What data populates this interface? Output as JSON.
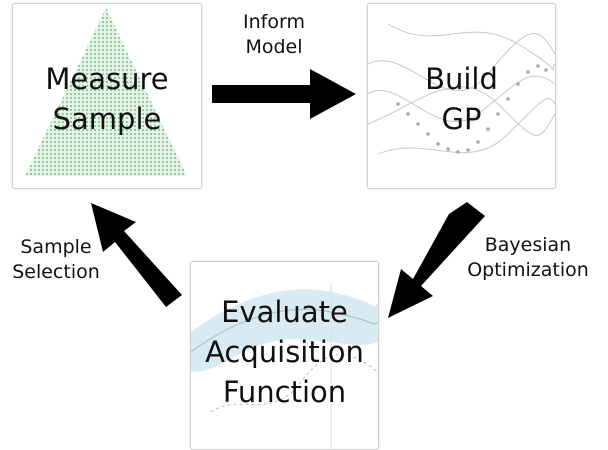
{
  "nodes": {
    "measure": {
      "line1": "Measure",
      "line2": "Sample"
    },
    "build": {
      "line1": "Build",
      "line2": "GP"
    },
    "evaluate": {
      "line1": "Evaluate",
      "line2": "Acquisition",
      "line3": "Function"
    }
  },
  "edges": {
    "inform": {
      "line1": "Inform",
      "line2": "Model"
    },
    "bayes": {
      "line1": "Bayesian",
      "line2": "Optimization"
    },
    "sample": {
      "line1": "Sample",
      "line2": "Selection"
    }
  },
  "colors": {
    "arrow": "#000000",
    "box_border": "#cfcfcf",
    "triangle": "#3aa34a",
    "band": "#cfe6ef"
  }
}
